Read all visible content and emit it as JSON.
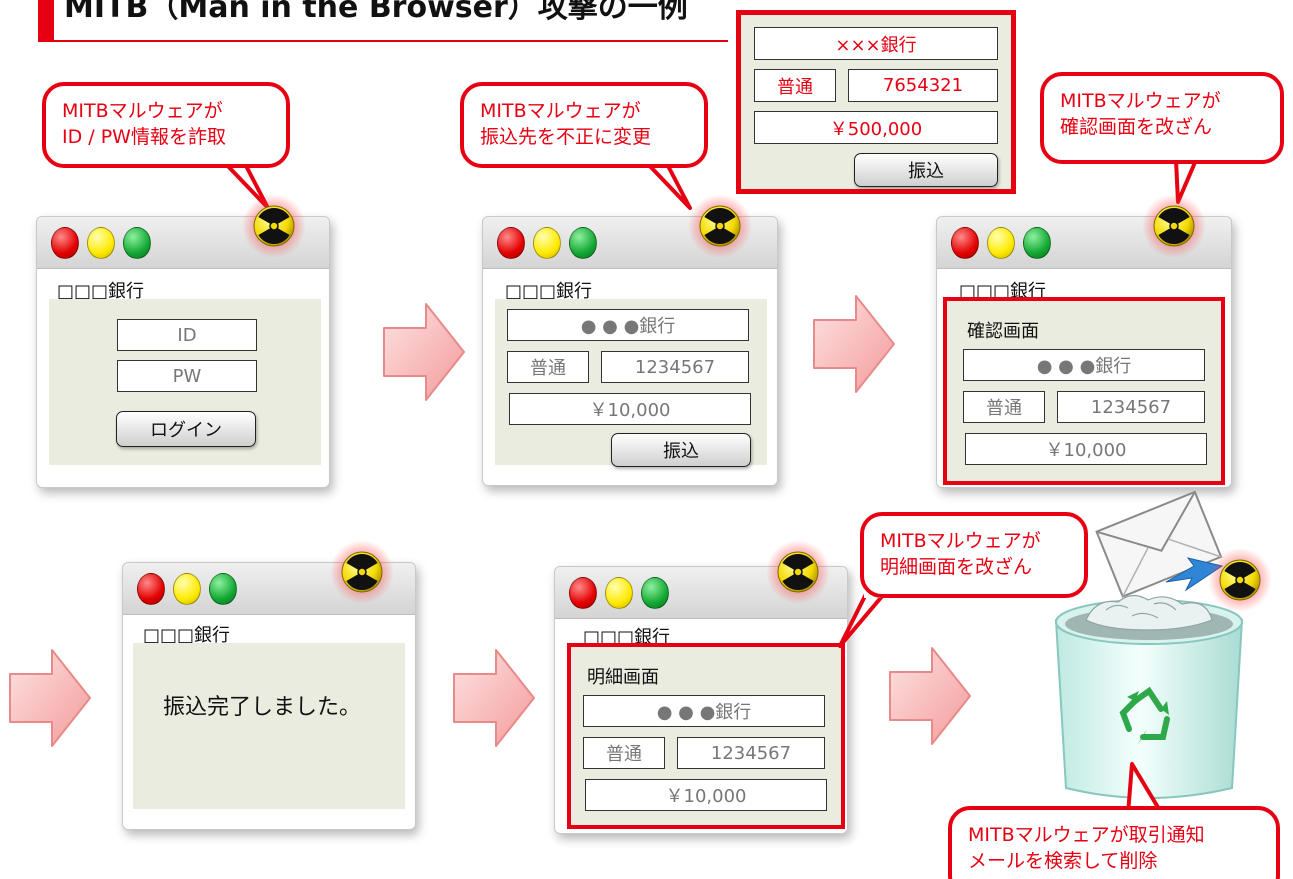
{
  "header": {
    "title": "MITB（Man in the Browser）攻撃の一例"
  },
  "bubbles": {
    "b1": {
      "line1": "MITBマルウェアが",
      "line2": "ID / PW情報を詐取"
    },
    "b2": {
      "line1": "MITBマルウェアが",
      "line2": "振込先を不正に変更"
    },
    "b3": {
      "line1": "MITBマルウェアが",
      "line2": "確認画面を改ざん"
    },
    "b4": {
      "line1": "MITBマルウェアが",
      "line2": "明細画面を改ざん"
    },
    "b5": {
      "line1": "MITBマルウェアが取引通知",
      "line2": "メールを検索して削除"
    }
  },
  "common": {
    "bank": "□□□銀行"
  },
  "login": {
    "id_placeholder": "ID",
    "pw_placeholder": "PW",
    "login_button": "ログイン"
  },
  "transfer": {
    "bank_field": "● ● ●銀行",
    "type": "普通",
    "account": "1234567",
    "amount": "￥10,000",
    "button": "振込"
  },
  "tampered": {
    "bank_field": "×××銀行",
    "type": "普通",
    "account": "7654321",
    "amount": "￥500,000",
    "button": "振込"
  },
  "confirm": {
    "heading": "確認画面",
    "bank_field": "● ● ●銀行",
    "type": "普通",
    "account": "1234567",
    "amount": "￥10,000"
  },
  "complete": {
    "message": "振込完了しました。"
  },
  "statement": {
    "heading": "明細画面",
    "bank_field": "● ● ●銀行",
    "type": "普通",
    "account": "1234567",
    "amount": "￥10,000"
  },
  "colors": {
    "accent": "#e60012",
    "panel": "#e9ecdf",
    "arrow": "#f7a8a8"
  },
  "icons": [
    "radioactive-icon",
    "mail-icon",
    "recycle-icon",
    "trash-can-icon",
    "arrow-right-icon"
  ]
}
